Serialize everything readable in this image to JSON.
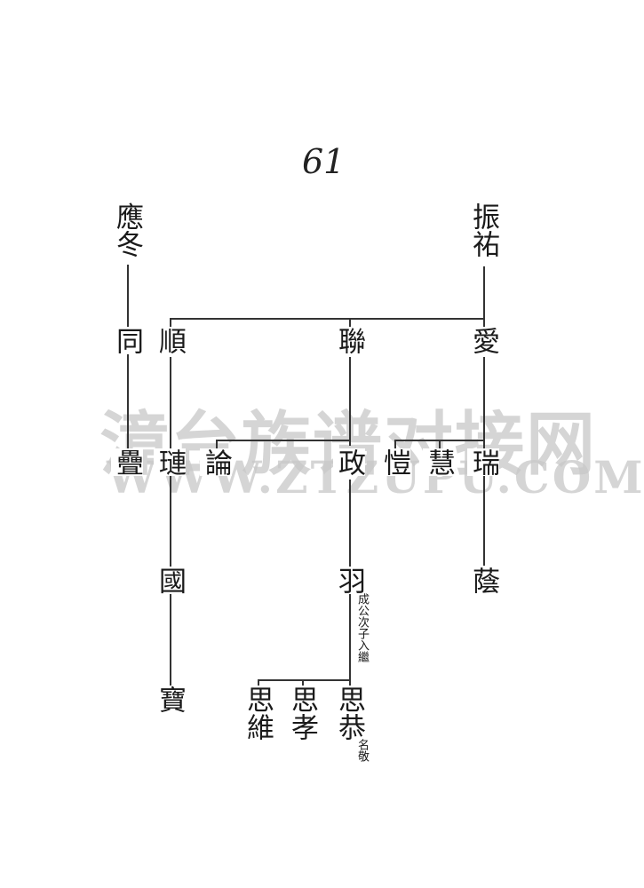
{
  "page_number": "61",
  "watermark": {
    "chinese": "漳台族谱对接网",
    "latin": "WWW.ZTZUPU.COM"
  },
  "names": {
    "ying_dong": "應冬",
    "zhen_you": "振祐",
    "tong": "同",
    "shun": "順",
    "lian": "聯",
    "ai": "愛",
    "die": "疊",
    "lian2": "璉",
    "lun": "論",
    "zheng": "政",
    "kai": "愷",
    "hui": "慧",
    "rui": "瑞",
    "guo": "國",
    "yu": "羽",
    "yin": "蔭",
    "bao": "寶",
    "si_wei": "思維",
    "si_xiao": "思孝",
    "si_gong": "思恭"
  },
  "notes": {
    "yu_note": "成公次子入繼",
    "si_gong_note": "名敬"
  }
}
